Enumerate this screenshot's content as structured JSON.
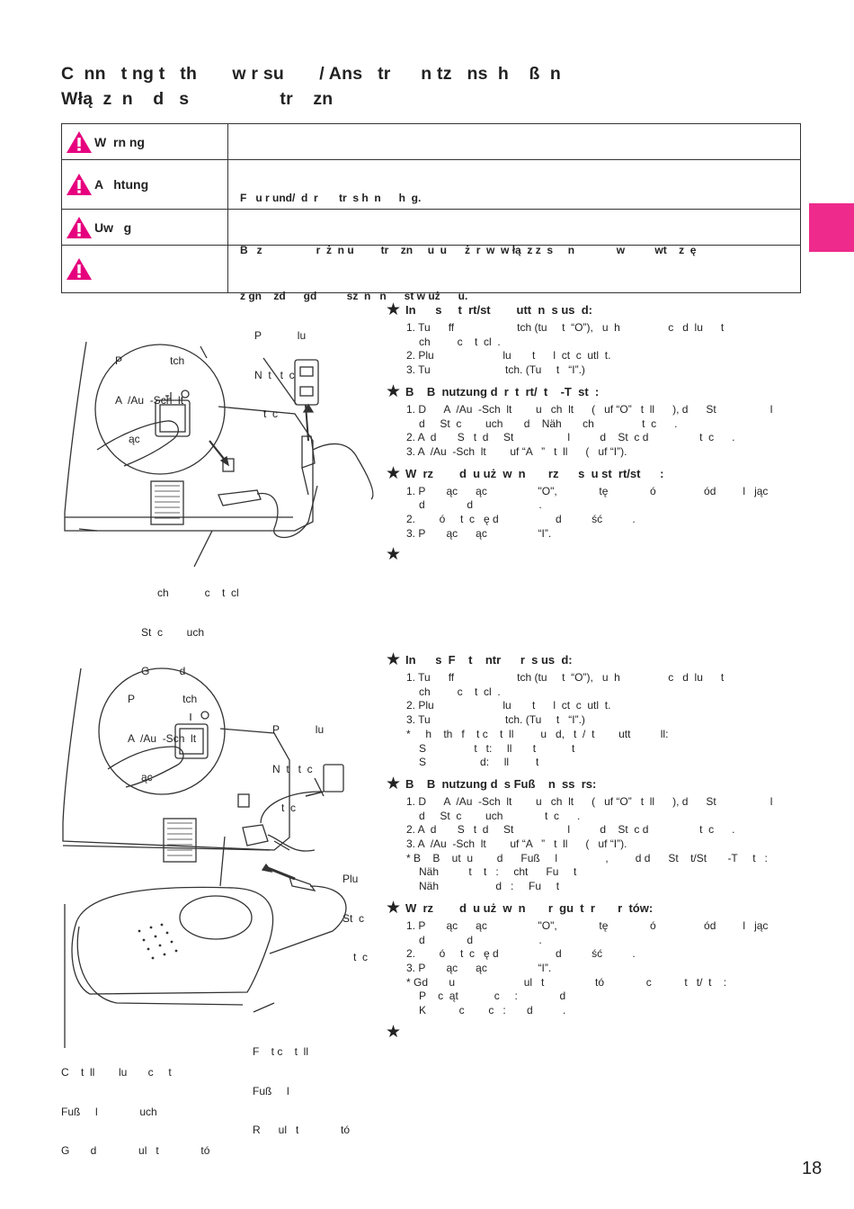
{
  "title": {
    "line1": "C  nn   t ng t   th       w r su       / Ans   tr      n tz   ns  h    ß  n",
    "line2": "Włą  z  n    d   s                  tr    zn"
  },
  "warnings": [
    {
      "label": "W  rn ng",
      "text": ""
    },
    {
      "label": "A   htung",
      "text": "F   u r und/  d  r       tr  s h  n      h  g."
    },
    {
      "label": "Uw   g",
      "text_line1": "B   z                  r  ż  n u         tr    zn     u  u      ż  r  w  w łą  z z  s     n              w          wt    z  ę",
      "text_line2": "z gn    zd      gd          sz  n   n      st w uż      u."
    },
    {
      "label": "",
      "text": ""
    }
  ],
  "section1": {
    "heading_en": "In      s     t  rt/st        utt  n  s us  d:",
    "en": [
      "1. Tu      ff                     tch (tu     t  “O”),   u  h                c   d  lu      t",
      "ch         c    t  cl  .",
      "2. Plu                       lu       t      l  ct  c  utl  t.",
      "3. Tu                         tch. (Tu     t   “I”.)"
    ],
    "heading_de": "B    B  nutzung d  r  t  rt/  t    -T  st  :",
    "de": [
      "1. D      A  /Au  -Sch  lt        u   ch  lt      (   uf “O”   t  ll      ), d      St                  l",
      "d     St  c        uch       d    Näh       ch                t  c      .",
      "2. A  d       S   t  d     St                  l          d    St  c d                 t  c      .",
      "3. A  /Au  -Sch  lt        uf “A   ”   t  ll      (   uf “I”)."
    ],
    "heading_pl": "W  rz        d  u uż  w  n       rz      s  u st  rt/st      :",
    "pl": [
      "1. P       ąc      ąc                 \"O\",              tę              ó                ód         l   jąc",
      "d              d                      .",
      "2.        ó     t  c   ę d                   d          ść          .",
      "3. P       ąc      ąc                 “I”."
    ]
  },
  "section2": {
    "heading_en": "In      s  F    t    ntr      r  s us  d:",
    "en": [
      "1. Tu      ff                     tch (tu     t  “O”),   u  h                c   d  lu      t",
      "ch         c    t  cl  .",
      "2. Plu                       lu       t      l  ct  c  utl  t.",
      "3. Tu                         tch. (Tu     t   “I”.)",
      "*     h    th   f    t c    t  ll         u   d,   t  /  t        utt          ll:",
      "S                t   t:     ll       t            t",
      "S                  d:     ll         t"
    ],
    "heading_de": "B    B  nutzung d  s Fuß    n  ss  rs:",
    "de": [
      "1. D      A  /Au  -Sch  lt        u   ch  lt      (   uf “O”   t  ll      ), d      St                  l",
      "d     St  c        uch              t  c      .",
      "2. A  d       S   t  d     St                  l          d    St  c d                 t  c      .",
      "3. A  /Au  -Sch  lt        uf “A   ”   t  ll      (   uf “I”).",
      "* B    B    ut  u        d      Fuß     l                ,         d d      St    t/St       -T     t   :",
      "Näh          t    t   :     cht      Fu     t",
      "Näh                   d   :     Fu     t"
    ],
    "heading_pl": "W  rz        d  u uż  w  n       r  gu  t  r       r  tów:",
    "pl": [
      "1. P       ąc      ąc                 \"O\",              tę              ó                ód         l   jąc",
      "d              d                      .",
      "2.        ó     t  c   ę d                   d          ść          .",
      "3. P       ąc      ąc                 “I”.",
      "* Gd       u                       ul   t                 tó              c           t   t/  t    :",
      "P    c  ąt            c     :              d",
      "K           c        c   :       d          ."
    ]
  },
  "figure1": {
    "power_switch": [
      "P                tch",
      "A  /Au  -Sch  lt",
      "ąc"
    ],
    "power_plug": [
      "P            lu",
      "N  t   t  c",
      "t  c"
    ],
    "machine_socket": [
      "ch            c    t  cl",
      "St  c        uch",
      "G          d"
    ]
  },
  "figure2": {
    "power_switch": [
      "P                tch",
      "A  /Au  -Sch  lt",
      "ąc"
    ],
    "power_plug": [
      "P            lu",
      "N  t   t  c",
      "t  c"
    ],
    "plug_socket": [
      "Plu",
      "St  c",
      "t  c"
    ],
    "foot_control": [
      "F    t c    t  ll",
      "Fuß     l",
      "R      ul   t              tó"
    ],
    "controller_cord": [
      "C    t  ll        lu       c     t",
      "Fuß     l              uch",
      "G       d              ul   t              tó"
    ]
  },
  "page_number": "18",
  "colors": {
    "accent": "#ee2a8c",
    "warning_icon": "#e6007e"
  }
}
